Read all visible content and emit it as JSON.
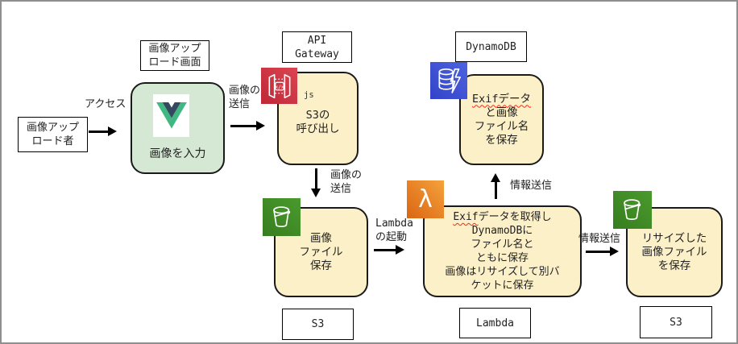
{
  "icons": {
    "vue": "vue-logo-icon",
    "api_gateway": "api-gateway-icon",
    "s3": "s3-bucket-icon",
    "lambda": "lambda-icon",
    "dynamodb": "dynamodb-icon"
  },
  "colors": {
    "node_fill": "#FCF0C9",
    "node_border": "#1a1a1a",
    "vue_node_fill": "#D5E8D4",
    "vue_green": "#41B883",
    "vue_dark": "#35495E",
    "api_gateway_red": "#C72C3F",
    "s3_green": "#3F8624",
    "lambda_orange": "#ED7100",
    "dynamodb_blue": "#3B4BD0",
    "spellcheck_red": "#FF2616"
  },
  "actor": {
    "line1": "画像アップ",
    "line2": "ロード者"
  },
  "upload_screen": {
    "line1": "画像アップ",
    "line2": "ロード画面"
  },
  "vue_node": {
    "caption": "画像を入力"
  },
  "api_gateway": {
    "title_line1": "API",
    "title_line2": "Gateway",
    "js": "js",
    "line1": "S3の",
    "line2": "呼び出し"
  },
  "s3_upload": {
    "line1": "画像",
    "line2": "ファイル",
    "line3": "保存",
    "title": "S3"
  },
  "lambda": {
    "title": "Lambda",
    "exif": "Exif",
    "line1_rest": "データを取得し",
    "line2": "DynamoDBに",
    "line3": "ファイル名と",
    "line4": "ともに保存",
    "line5": "画像はリサイズして別バ",
    "line6": "ケットに保存"
  },
  "dynamodb": {
    "title": "DynamoDB",
    "exif": "Exifデータ",
    "line2": "と画像",
    "line3": "ファイル名",
    "line4": "を保存"
  },
  "s3_resized": {
    "line1": "リサイズした",
    "line2": "画像ファイル",
    "line3": "を保存",
    "title": "S3"
  },
  "edges": {
    "access": "アクセス",
    "send_image1_line1": "画像の",
    "send_image1_line2": "送信",
    "send_image2_line1": "画像の",
    "send_image2_line2": "送信",
    "lambda_invoke_line1": "Lambda",
    "lambda_invoke_line2": "の起動",
    "info_send_up": "情報送信",
    "info_send_right": "情報送信"
  }
}
